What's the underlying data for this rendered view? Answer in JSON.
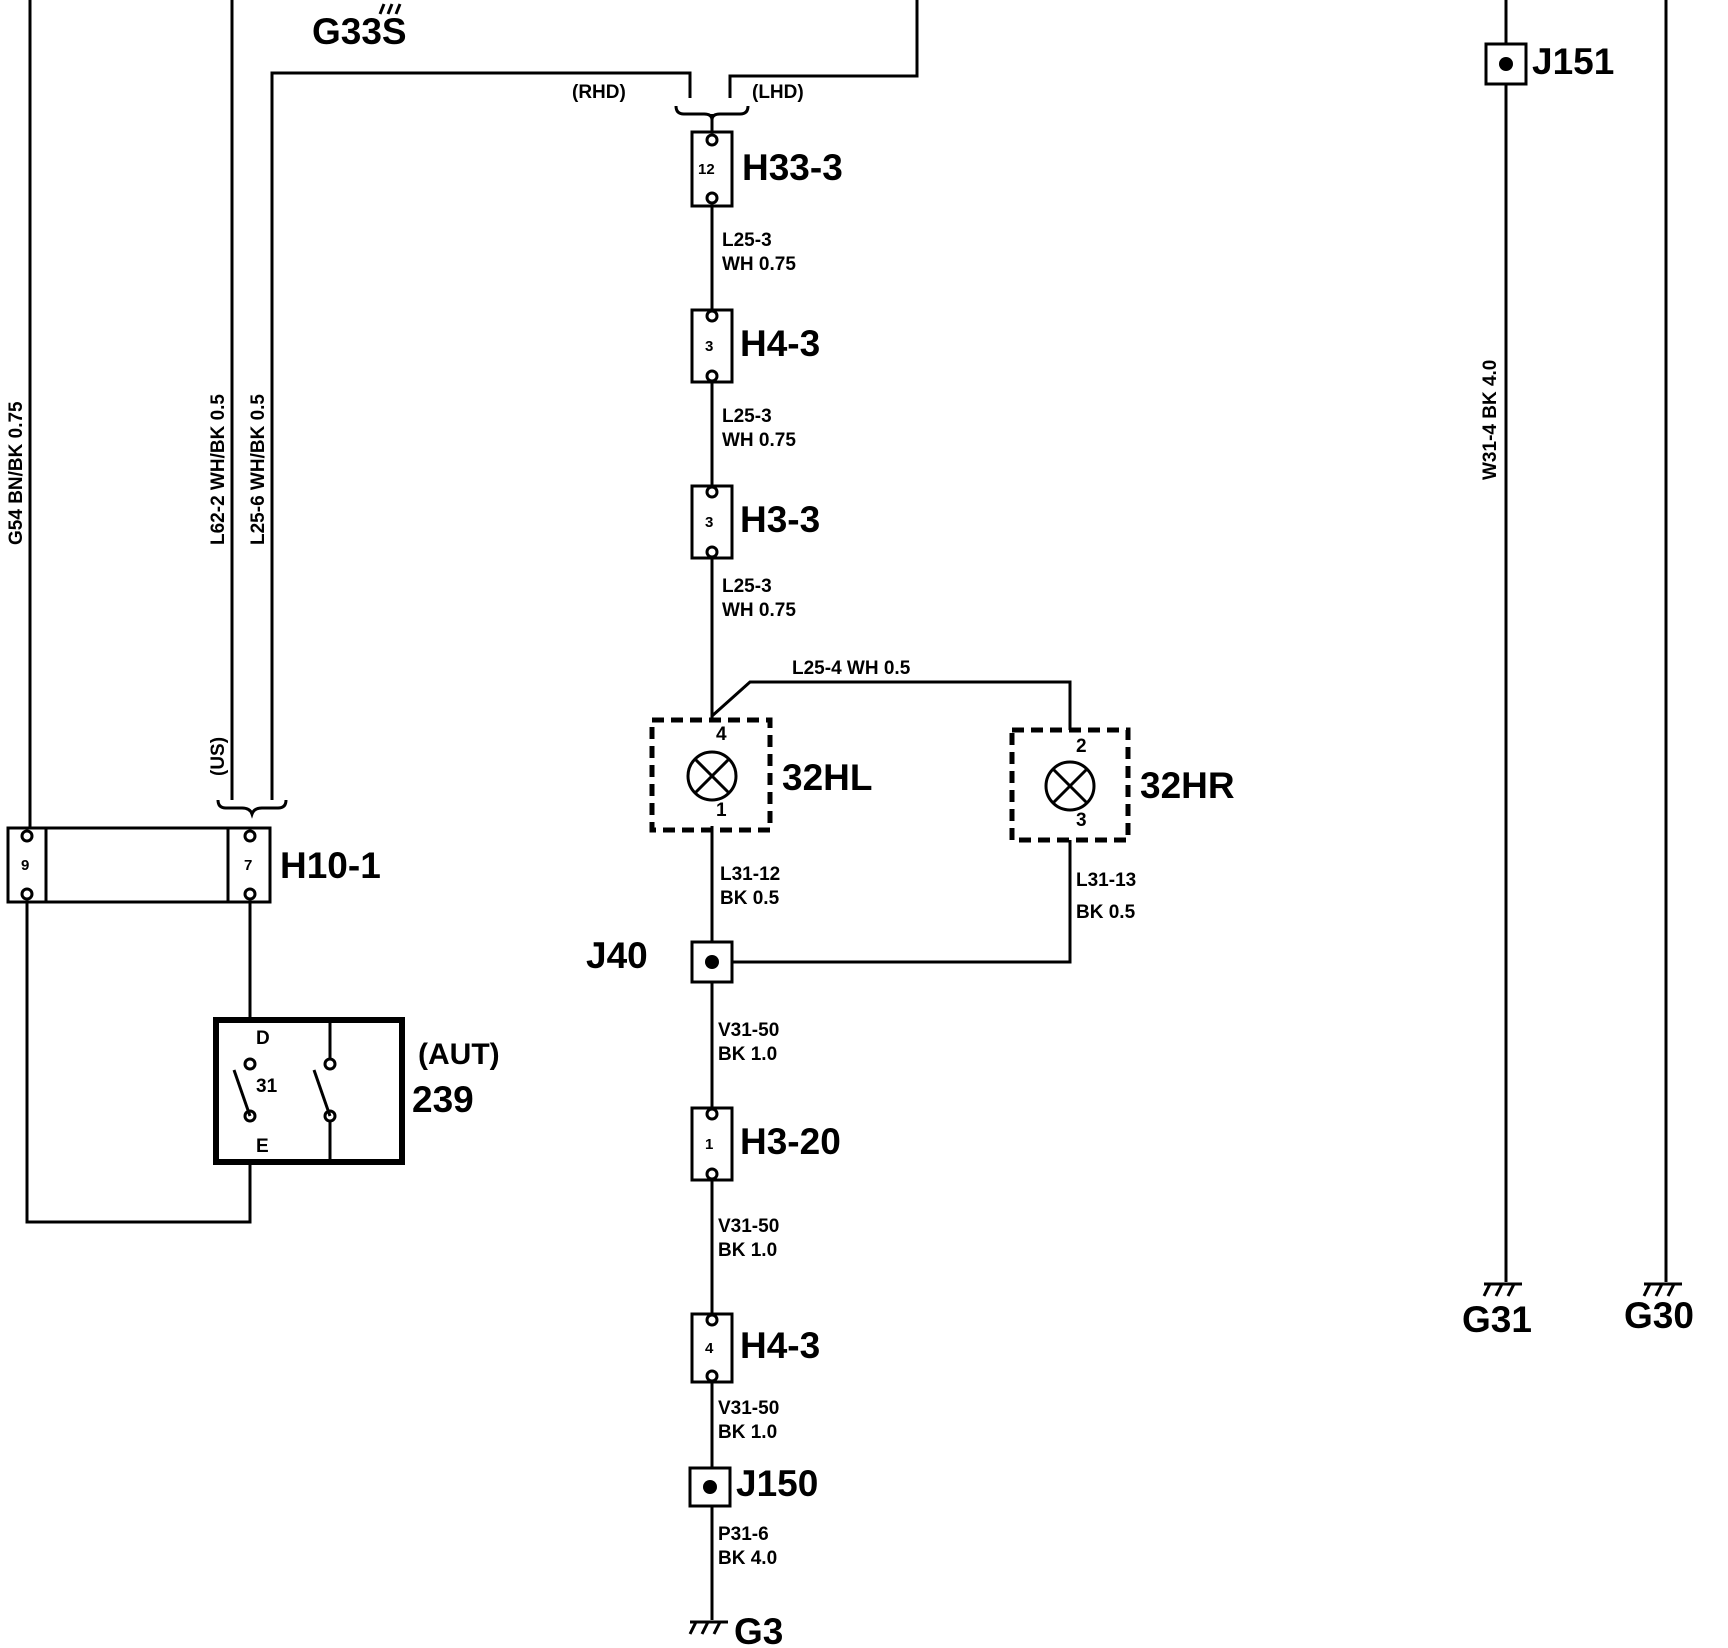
{
  "labels": {
    "g33s": "G33S",
    "rhd": "(RHD)",
    "lhd": "(LHD)",
    "us": "(US)",
    "aut": "(AUT)",
    "sw_num": "239",
    "sw_pin_d": "D",
    "sw_pin_31": "31",
    "sw_pin_e": "E"
  },
  "connectors": [
    {
      "id": "H33-3",
      "pin": "12"
    },
    {
      "id": "H4-3",
      "pin": "3"
    },
    {
      "id": "H3-3",
      "pin": "3"
    },
    {
      "id": "H3-20",
      "pin": "1"
    },
    {
      "id": "H4-3",
      "pin": "4"
    },
    {
      "id": "H10-1",
      "pins": [
        "9",
        "7"
      ]
    }
  ],
  "splices": [
    "J151",
    "J40",
    "J150"
  ],
  "grounds": [
    "G3",
    "G31",
    "G30"
  ],
  "lamps": [
    {
      "id": "32HL",
      "pin_top": "4",
      "pin_bottom": "1"
    },
    {
      "id": "32HR",
      "pin_top": "2",
      "pin_bottom": "3"
    }
  ],
  "wires": {
    "g54": "G54  BN/BK  0.75",
    "l62_2": "L62-2   WH/BK  0.5",
    "l25_6": "L25-6   WH/BK  0.5",
    "w31_4": "W31-4   BK  4.0",
    "seg1": [
      "L25-3",
      "WH 0.75"
    ],
    "seg2": [
      "L25-3",
      "WH 0.75"
    ],
    "seg3": [
      "L25-3",
      "WH 0.75"
    ],
    "l25_4": "L25-4    WH 0.5",
    "l31_12": [
      "L31-12",
      "BK  0.5"
    ],
    "l31_13": [
      "L31-13",
      "BK  0.5"
    ],
    "v31_50a": [
      "V31-50",
      "BK  1.0"
    ],
    "v31_50b": [
      "V31-50",
      "BK  1.0"
    ],
    "v31_50c": [
      "V31-50",
      "BK  1.0"
    ],
    "p31_6": [
      "P31-6",
      "BK  4.0"
    ]
  }
}
